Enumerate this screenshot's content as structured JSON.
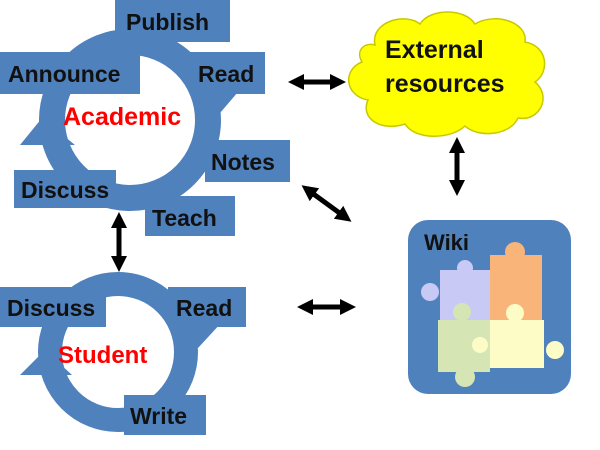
{
  "academic": {
    "title": "Academic",
    "steps": [
      "Publish",
      "Read",
      "Notes",
      "Teach",
      "Discuss",
      "Announce"
    ]
  },
  "student": {
    "title": "Student",
    "steps": [
      "Read",
      "Write",
      "Discuss"
    ]
  },
  "external": {
    "line1": "External",
    "line2": "resources"
  },
  "wiki": {
    "title": "Wiki"
  },
  "colors": {
    "cycle": "#4f81bd",
    "cycle_title": "#ff0000",
    "cloud": "#ffff00",
    "wiki_bg": "#4f81bd"
  }
}
